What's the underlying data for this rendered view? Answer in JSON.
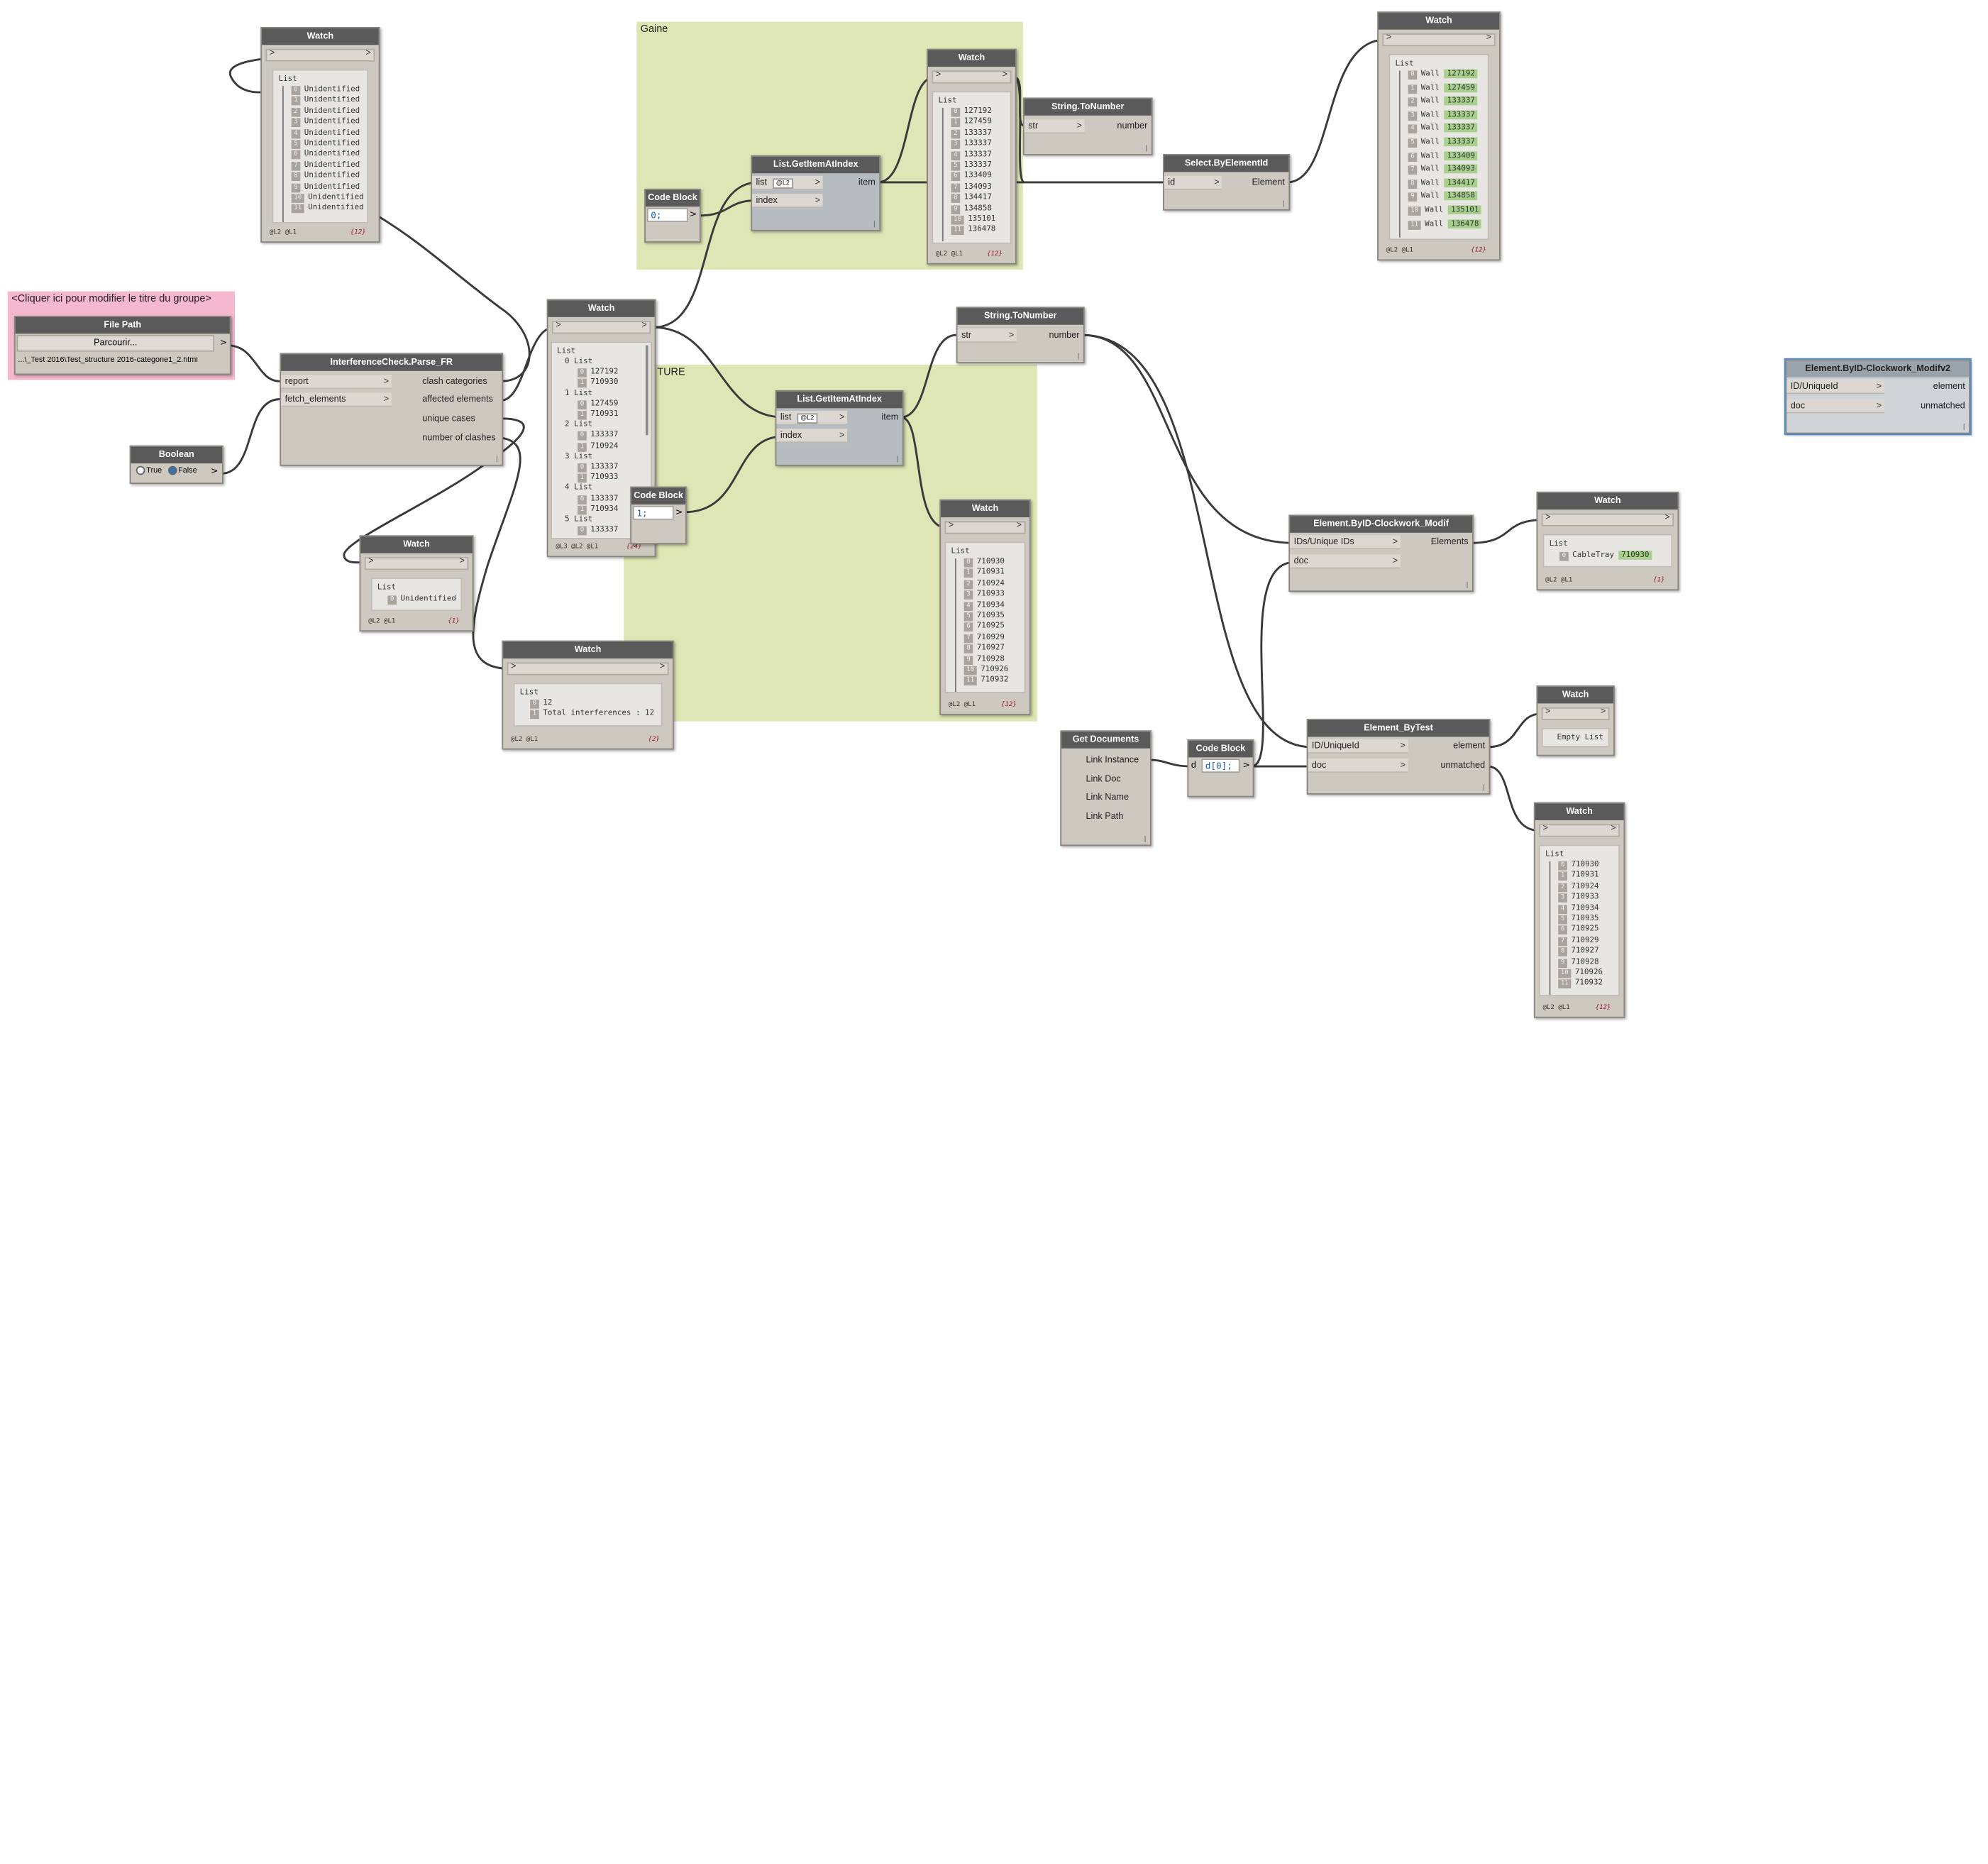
{
  "groups": {
    "gaine": "Gaine",
    "ture": "TURE",
    "pink": "<Cliquer ici pour modifier le titre du groupe>"
  },
  "file_path": {
    "title": "File Path",
    "button": "Parcourir...",
    "path": "...\\_Test 2016\\Test_structure 2016-categorie1_2.html"
  },
  "boolean": {
    "title": "Boolean",
    "true_label": "True",
    "false_label": "False",
    "selected": "False"
  },
  "parse": {
    "title": "InterferenceCheck.Parse_FR",
    "inputs": [
      "report",
      "fetch_elements"
    ],
    "outputs": [
      "clash categories",
      "affected elements",
      "unique cases",
      "number of clashes"
    ]
  },
  "watch_unidentified": {
    "title": "Watch",
    "list_label": "List",
    "items": [
      "Unidentified",
      "Unidentified",
      "Unidentified",
      "Unidentified",
      "Unidentified",
      "Unidentified",
      "Unidentified",
      "Unidentified",
      "Unidentified",
      "Unidentified",
      "Unidentified",
      "Unidentified"
    ],
    "levels": "@L2 @L1",
    "count": "{12}"
  },
  "watch_center": {
    "title": "Watch",
    "list_label": "List",
    "rows": [
      {
        "t": "0 List"
      },
      {
        "t": "127192",
        "i": "0"
      },
      {
        "t": "710930",
        "i": "1"
      },
      {
        "t": "1 List"
      },
      {
        "t": "127459",
        "i": "0"
      },
      {
        "t": "710931",
        "i": "1"
      },
      {
        "t": "2 List"
      },
      {
        "t": "133337",
        "i": "0"
      },
      {
        "t": "710924",
        "i": "1"
      },
      {
        "t": "3 List"
      },
      {
        "t": "133337",
        "i": "0"
      },
      {
        "t": "710933",
        "i": "1"
      },
      {
        "t": "4 List"
      },
      {
        "t": "133337",
        "i": "0"
      },
      {
        "t": "710934",
        "i": "1"
      },
      {
        "t": "5 List"
      },
      {
        "t": "133337",
        "i": "0"
      }
    ],
    "levels": "@L3 @L2 @L1",
    "count": "{24}"
  },
  "watch_unique": {
    "title": "Watch",
    "list_label": "List",
    "items": [
      "Unidentified"
    ],
    "levels": "@L2 @L1",
    "count": "{1}"
  },
  "watch_clashes": {
    "title": "Watch",
    "list_label": "List",
    "items": [
      "12",
      "Total interferences : 12"
    ],
    "levels": "@L2 @L1",
    "count": "{2}"
  },
  "code_block_0": {
    "title": "Code Block",
    "code": "0;"
  },
  "code_block_1": {
    "title": "Code Block",
    "code": "1;"
  },
  "code_block_d": {
    "title": "Code Block",
    "code": "d[0];",
    "input": "d"
  },
  "getitem_top": {
    "title": "List.GetItemAtIndex",
    "inputs": [
      "list",
      "index"
    ],
    "output": "item",
    "lacing": "@L2"
  },
  "getitem_bottom": {
    "title": "List.GetItemAtIndex",
    "inputs": [
      "list",
      "index"
    ],
    "output": "item",
    "lacing": "@L2"
  },
  "watch_ids_top": {
    "title": "Watch",
    "list_label": "List",
    "items": [
      "127192",
      "127459",
      "133337",
      "133337",
      "133337",
      "133337",
      "133409",
      "134093",
      "134417",
      "134858",
      "135101",
      "136478"
    ],
    "levels": "@L2 @L1",
    "count": "{12}"
  },
  "watch_ids_bottom": {
    "title": "Watch",
    "list_label": "List",
    "items": [
      "710930",
      "710931",
      "710924",
      "710933",
      "710934",
      "710935",
      "710925",
      "710929",
      "710927",
      "710928",
      "710926",
      "710932"
    ],
    "levels": "@L2 @L1",
    "count": "{12}"
  },
  "string_tonumber_top": {
    "title": "String.ToNumber",
    "input": "str",
    "output": "number"
  },
  "string_tonumber_bottom": {
    "title": "String.ToNumber",
    "input": "str",
    "output": "number"
  },
  "select_by_id": {
    "title": "Select.ByElementId",
    "input": "id",
    "output": "Element"
  },
  "watch_walls": {
    "title": "Watch",
    "list_label": "List",
    "type": "Wall",
    "items": [
      "127192",
      "127459",
      "133337",
      "133337",
      "133337",
      "133337",
      "133409",
      "134093",
      "134417",
      "134858",
      "135101",
      "136478"
    ],
    "levels": "@L2 @L1",
    "count": "{12}"
  },
  "byid_modifv2": {
    "title": "Element.ByID-Clockwork_Modifv2",
    "inputs": [
      "ID/UniqueId",
      "doc"
    ],
    "outputs": [
      "element",
      "unmatched"
    ]
  },
  "byid_modif": {
    "title": "Element.ByID-Clockwork_Modif",
    "inputs": [
      "IDs/Unique IDs",
      "doc"
    ],
    "output": "Elements"
  },
  "watch_cabletray": {
    "title": "Watch",
    "list_label": "List",
    "type": "CableTray",
    "value": "710930",
    "levels": "@L2 @L1",
    "count": "{1}"
  },
  "get_documents": {
    "title": "Get Documents",
    "outputs": [
      "Link Instance",
      "Link Doc",
      "Link Name",
      "Link Path"
    ]
  },
  "element_bytest": {
    "title": "Element_ByTest",
    "inputs": [
      "ID/UniqueId",
      "doc"
    ],
    "outputs": [
      "element",
      "unmatched"
    ]
  },
  "watch_empty": {
    "title": "Watch",
    "text": "Empty List"
  },
  "watch_unmatched": {
    "title": "Watch",
    "list_label": "List",
    "items": [
      "710930",
      "710931",
      "710924",
      "710933",
      "710934",
      "710935",
      "710925",
      "710929",
      "710927",
      "710928",
      "710926",
      "710932"
    ],
    "levels": "@L2 @L1",
    "count": "{12}"
  }
}
